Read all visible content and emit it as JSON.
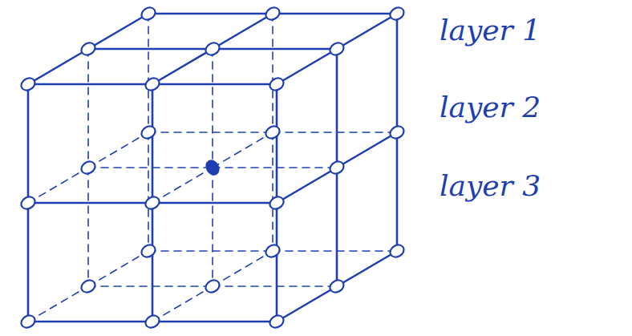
{
  "diagram": {
    "labels": [
      "layer 1",
      "layer 2",
      "layer 3"
    ]
  }
}
